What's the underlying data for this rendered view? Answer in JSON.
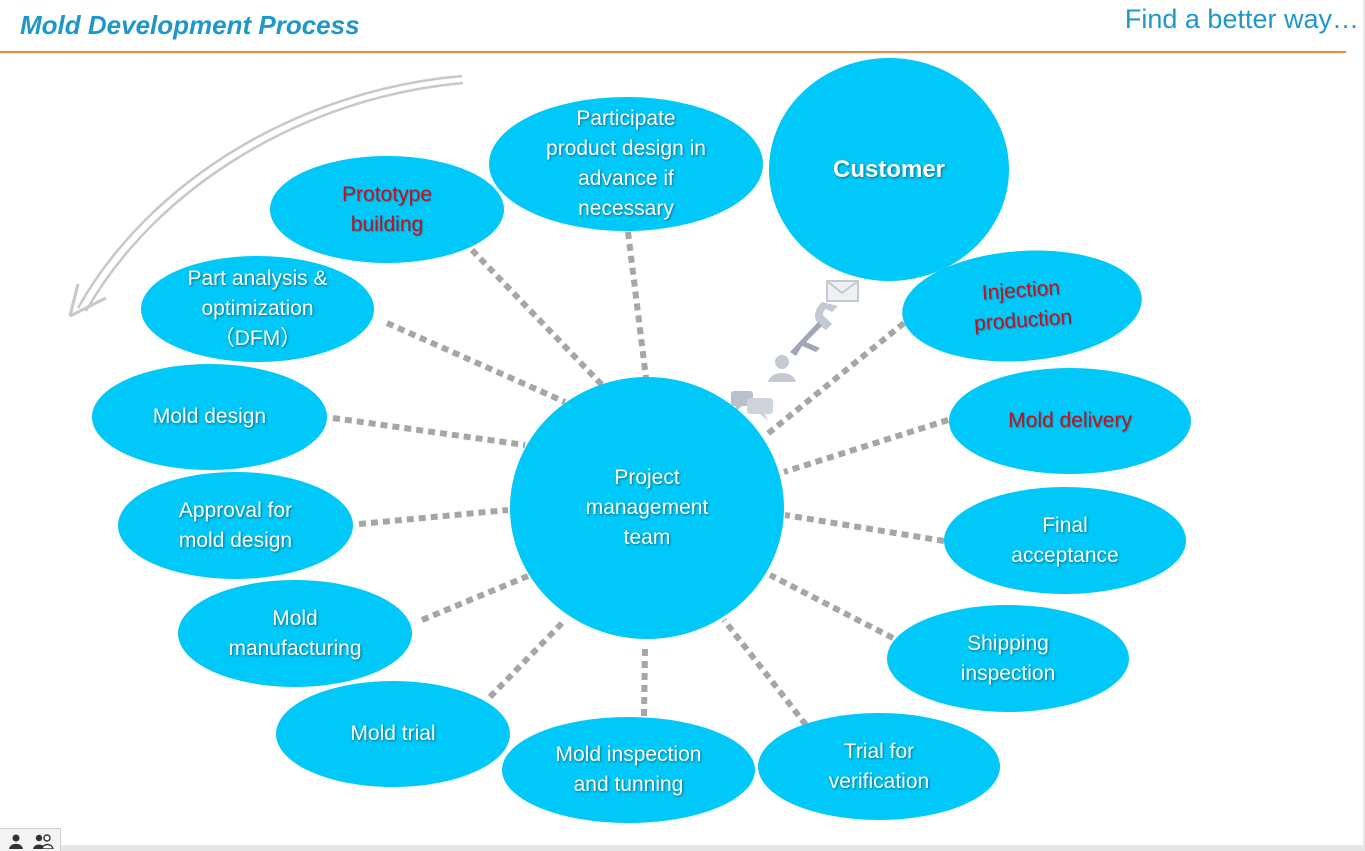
{
  "title": "Mold Development Process",
  "slogan": "Find a better way…",
  "center": {
    "label": "Project\nmanagement\nteam"
  },
  "customer": {
    "label": "Customer"
  },
  "nodes": [
    {
      "id": "participate-product-design",
      "label": "Participate\nproduct design in\nadvance if\nnecessary",
      "highlight": false
    },
    {
      "id": "prototype-building",
      "label": "Prototype\nbuilding",
      "highlight": true
    },
    {
      "id": "part-analysis",
      "label": "Part analysis &\noptimization\n（DFM）",
      "highlight": false
    },
    {
      "id": "mold-design",
      "label": "Mold design",
      "highlight": false
    },
    {
      "id": "approval-mold-design",
      "label": "Approval for\nmold design",
      "highlight": false
    },
    {
      "id": "mold-manufacturing",
      "label": "Mold\nmanufacturing",
      "highlight": false
    },
    {
      "id": "mold-trial",
      "label": "Mold trial",
      "highlight": false
    },
    {
      "id": "mold-inspection",
      "label": "Mold inspection\nand tunning",
      "highlight": false
    },
    {
      "id": "trial-verification",
      "label": "Trial for\nverification",
      "highlight": false
    },
    {
      "id": "shipping-inspection",
      "label": "Shipping\ninspection",
      "highlight": false
    },
    {
      "id": "final-acceptance",
      "label": "Final\nacceptance",
      "highlight": false
    },
    {
      "id": "mold-delivery",
      "label": "Mold delivery",
      "highlight": true
    },
    {
      "id": "injection-production",
      "label": "Injection\nproduction",
      "highlight": true
    }
  ],
  "colors": {
    "node_fill": "#00c8f8",
    "title": "#1f97c9",
    "rule": "#f0883a",
    "highlight_text": "#c0121e",
    "connector": "#a6a6a6"
  },
  "icons": [
    "curved-arrow-icon",
    "envelope-icon",
    "airplane-icon",
    "phone-icon",
    "person-icon",
    "chat-bubbles-icon",
    "user-icon",
    "users-icon"
  ]
}
